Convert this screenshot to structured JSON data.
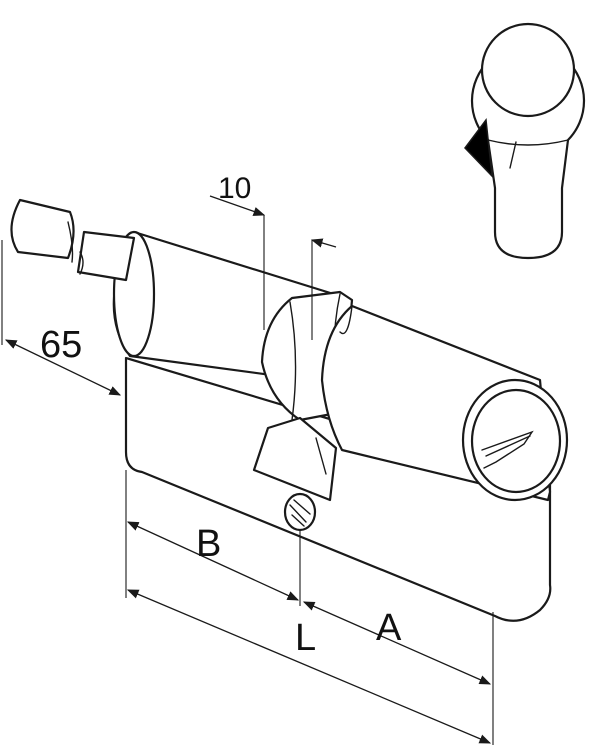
{
  "dimensions": {
    "thumb_length": "65",
    "cam_width": "10",
    "side_b": "B",
    "side_a": "A",
    "total_length": "L"
  },
  "icons": {
    "profile": "euro-profile-cross-section-icon",
    "cylinder": "thumbturn-cylinder-drawing"
  },
  "colors": {
    "line": "#1a1a1a",
    "background": "#ffffff",
    "cam_fill": "#000000"
  }
}
